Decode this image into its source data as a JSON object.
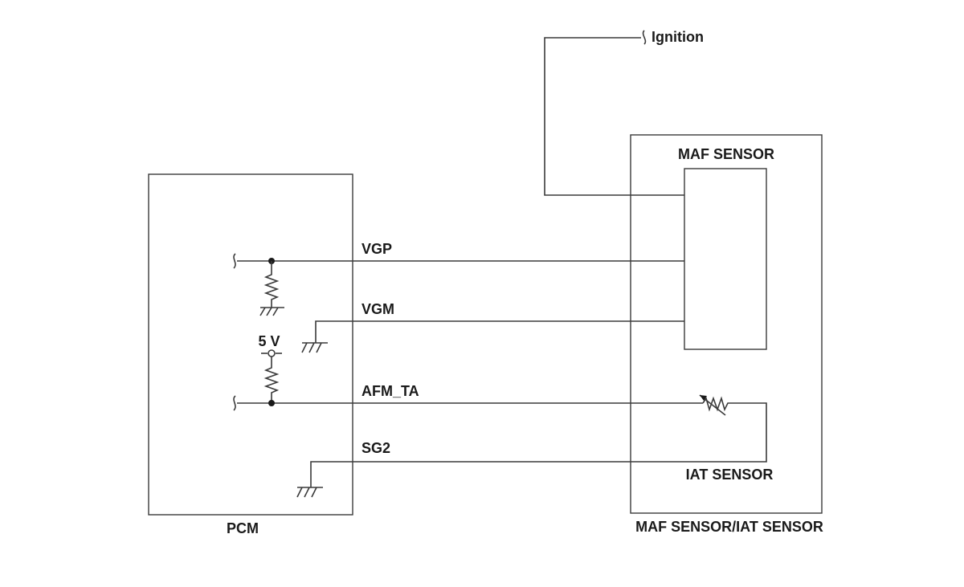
{
  "labels": {
    "ignition": "Ignition",
    "maf_sensor": "MAF SENSOR",
    "vgp": "VGP",
    "vgm": "VGM",
    "five_v": "5 V",
    "afm_ta": "AFM_TA",
    "sg2": "SG2",
    "iat_sensor": "IAT SENSOR",
    "pcm": "PCM",
    "maf_iat_sensor": "MAF SENSOR/IAT SENSOR"
  }
}
